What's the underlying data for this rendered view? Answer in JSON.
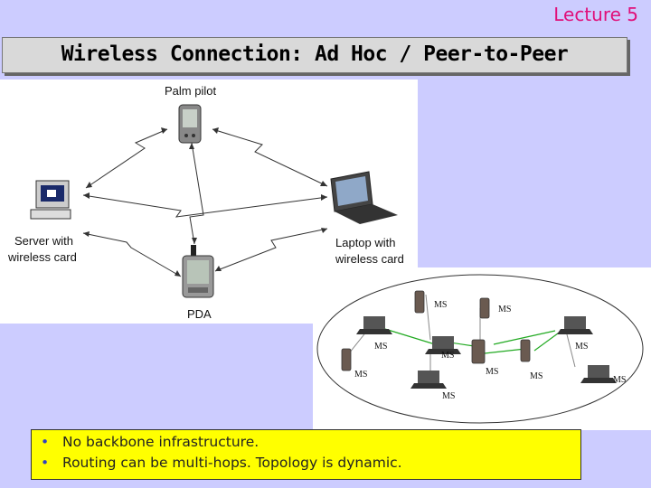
{
  "header": {
    "lecture": "Lecture 5"
  },
  "title": "Wireless Connection: Ad Hoc / Peer-to-Peer",
  "diagram_left": {
    "palm_label": "Palm pilot",
    "server_label_1": "Server with",
    "server_label_2": "wireless card",
    "laptop_label_1": "Laptop with",
    "laptop_label_2": "wireless card",
    "pda_label": "PDA"
  },
  "diagram_right": {
    "ms_label": "MS"
  },
  "bullets": [
    "No backbone infrastructure.",
    "Routing can be multi-hops. Topology is dynamic."
  ]
}
